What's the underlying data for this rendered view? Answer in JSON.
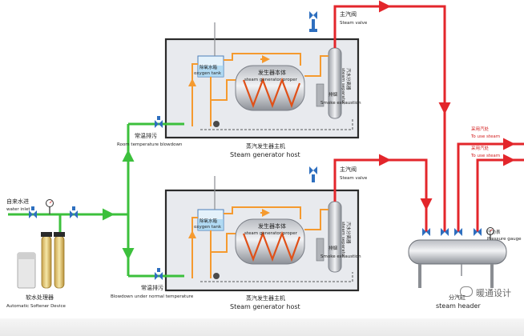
{
  "labels": {
    "main_steam_valve_cn": "主汽阀",
    "main_steam_valve_en": "Steam valve",
    "oxygen_tank_cn": "除氧水箱",
    "oxygen_tank_en": "oxygen tank",
    "generator_proper_cn": "发生器本体",
    "generator_proper_en": "steam generator proper",
    "separator_cn": "汽水分离器",
    "separator_en": "steam separator",
    "exhaust_cn": "排烟",
    "exhaust_en": "Smoke exhaustion",
    "host_cn": "蒸汽发生器主机",
    "host_en": "Steam generator host",
    "room_blowdown_cn": "常温排污",
    "room_blowdown_en": "Room temperature blowdown",
    "normal_blowdown_cn": "常温排污",
    "normal_blowdown_en": "Blowdown under normal temperature",
    "water_inlet_cn": "自来水进",
    "water_inlet_en": "water inlet",
    "softener_cn": "软水处理器",
    "softener_en": "Automatic Softener Device",
    "use_steam_cn": "采用汽处",
    "use_steam_en": "To use steam",
    "pressure_gauge_cn": "压力表",
    "pressure_gauge_en": "Pressure gauge",
    "header_cn": "分汽缸",
    "header_en": "steam header",
    "watermark": "暖通设计"
  },
  "colors": {
    "steam": "#e3262b",
    "water_green": "#3cc03c",
    "hot_water": "#f59a2f",
    "box_fill": "#e8eaee",
    "box_border": "#2b2b2b",
    "coil": "#e05018"
  },
  "icons": [
    "valve-icon",
    "pressure-gauge-icon",
    "arrow-icon"
  ]
}
